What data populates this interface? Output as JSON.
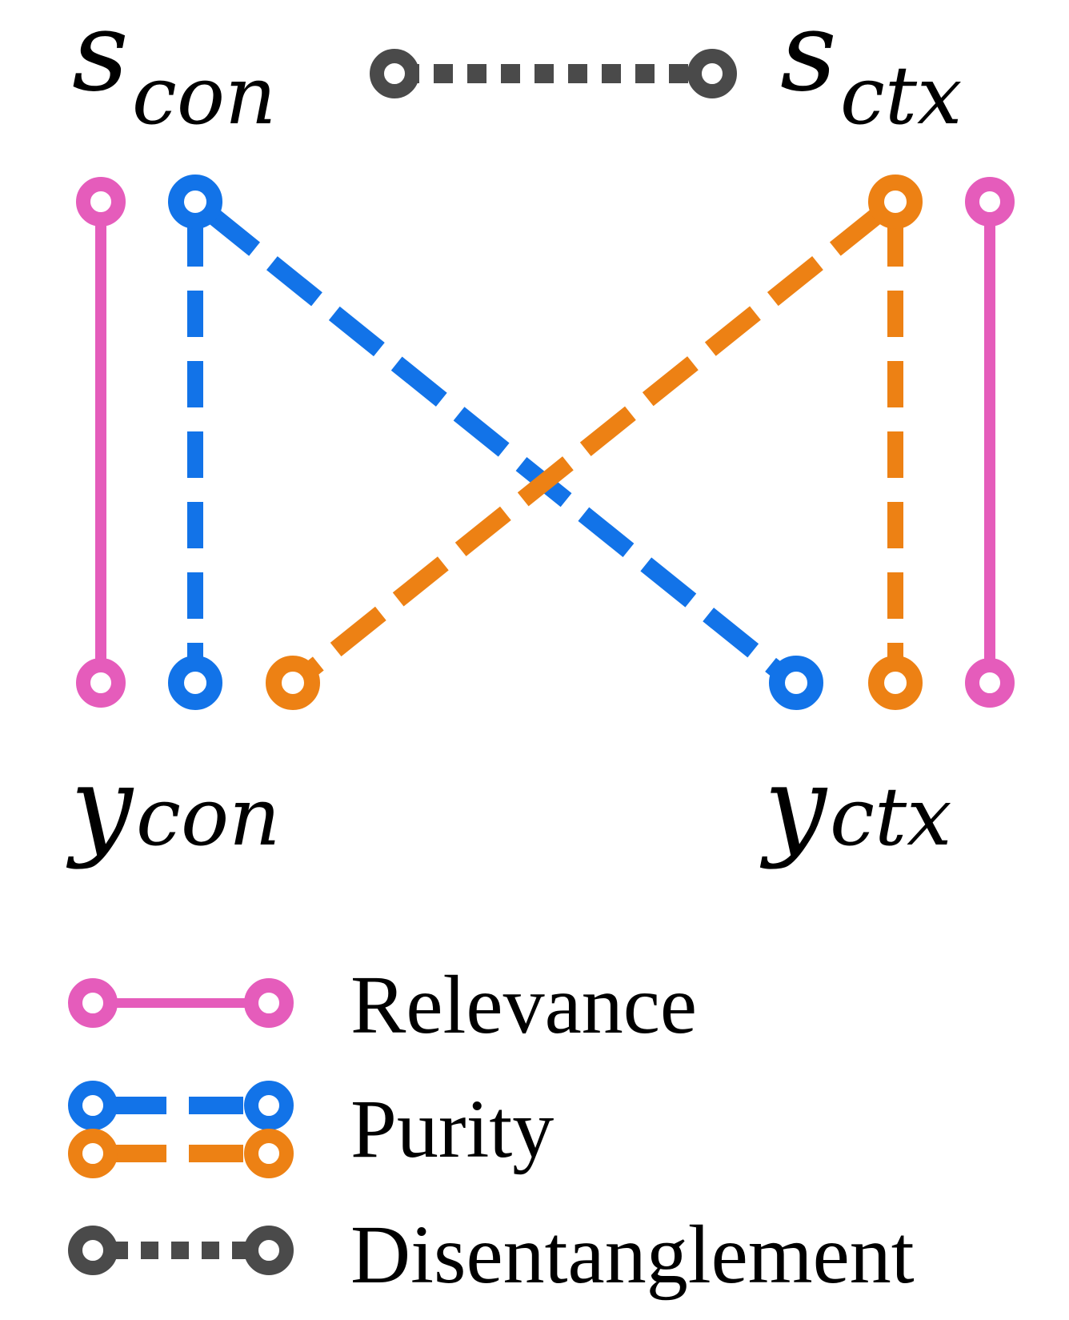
{
  "nodes": {
    "s_con": {
      "base": "s",
      "sub": "con"
    },
    "s_ctx": {
      "base": "s",
      "sub": "ctx"
    },
    "y_con": {
      "base": "y",
      "sub": "con"
    },
    "y_ctx": {
      "base": "y",
      "sub": "ctx"
    }
  },
  "legend": [
    {
      "label": "Relevance"
    },
    {
      "label": "Purity"
    },
    {
      "label": "Disentanglement"
    }
  ],
  "colors": {
    "relevance": "#E55CBB",
    "purity_con": "#1273E8",
    "purity_ctx": "#ED8114",
    "disentanglement": "#4A4A4A"
  }
}
